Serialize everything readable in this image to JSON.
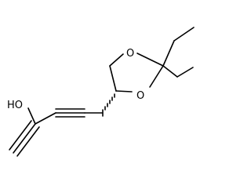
{
  "structure": {
    "atoms": {
      "o_ring_top": "O",
      "o_ring_bottom": "O",
      "hydroxyl": "HO"
    },
    "colors": {
      "bond": "#000000",
      "label": "#000000",
      "background": "#ffffff"
    },
    "stereo_bonds": [
      "hashed-wedge"
    ]
  }
}
